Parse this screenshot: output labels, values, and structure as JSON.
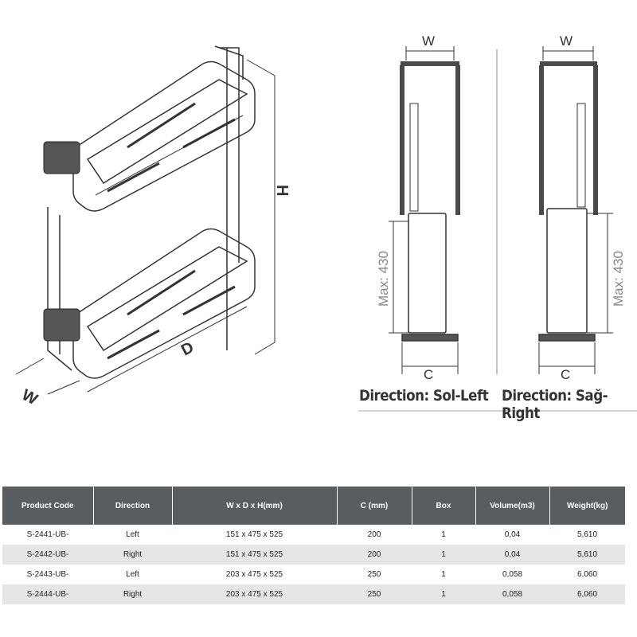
{
  "diagram": {
    "iso_labels": {
      "width": "W",
      "height": "H",
      "depth": "D"
    },
    "left_view": {
      "width_label": "W",
      "max_label": "Max: 430",
      "c_label": "C",
      "direction": "Direction: Sol-Left"
    },
    "right_view": {
      "width_label": "W",
      "max_label": "Max: 430",
      "c_label": "C",
      "direction": "Direction: Sağ-Right"
    }
  },
  "table": {
    "headers": [
      "Product Code",
      "Direction",
      "W x D x H(mm)",
      "C (mm)",
      "Box",
      "Volume(m3)",
      "Weight(kg)"
    ],
    "rows": [
      [
        "S-2441-UB-",
        "Left",
        "151 x 475 x 525",
        "200",
        "1",
        "0,04",
        "5,610"
      ],
      [
        "S-2442-UB-",
        "Right",
        "151 x 475 x 525",
        "200",
        "1",
        "0,04",
        "5,610"
      ],
      [
        "S-2443-UB-",
        "Left",
        "203 x 475 x 525",
        "250",
        "1",
        "0,058",
        "6,060"
      ],
      [
        "S-2444-UB-",
        "Right",
        "203 x 475 x 525",
        "250",
        "1",
        "0,058",
        "6,060"
      ]
    ]
  },
  "colors": {
    "header_bg": "#595c61",
    "row_alt": "#e6e6e8",
    "cabinet": "#4a4a4a"
  }
}
